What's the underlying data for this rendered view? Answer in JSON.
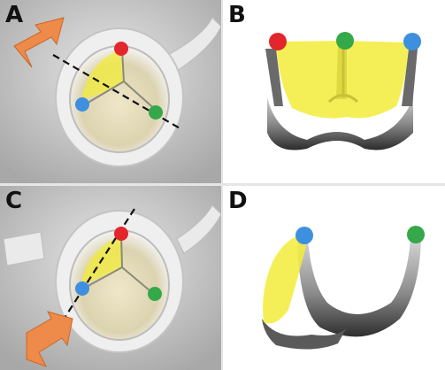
{
  "panels": [
    {
      "label": "A"
    },
    {
      "label": "B"
    },
    {
      "label": "C"
    },
    {
      "label": "D"
    }
  ],
  "colors": {
    "marker_red": "#e2262b",
    "marker_green": "#35a84a",
    "marker_blue": "#3f8fe0",
    "leaflet_yellow": "#f2ec3a",
    "arrow_orange": "#ee8a4a"
  }
}
